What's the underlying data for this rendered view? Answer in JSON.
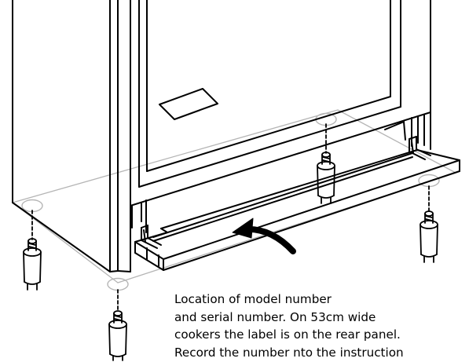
{
  "caption": {
    "lines": [
      "Location of model number",
      "and serial number. On 53cm wide",
      "cookers the label is on the rear panel.",
      "Record the number nto the instruction"
    ]
  }
}
